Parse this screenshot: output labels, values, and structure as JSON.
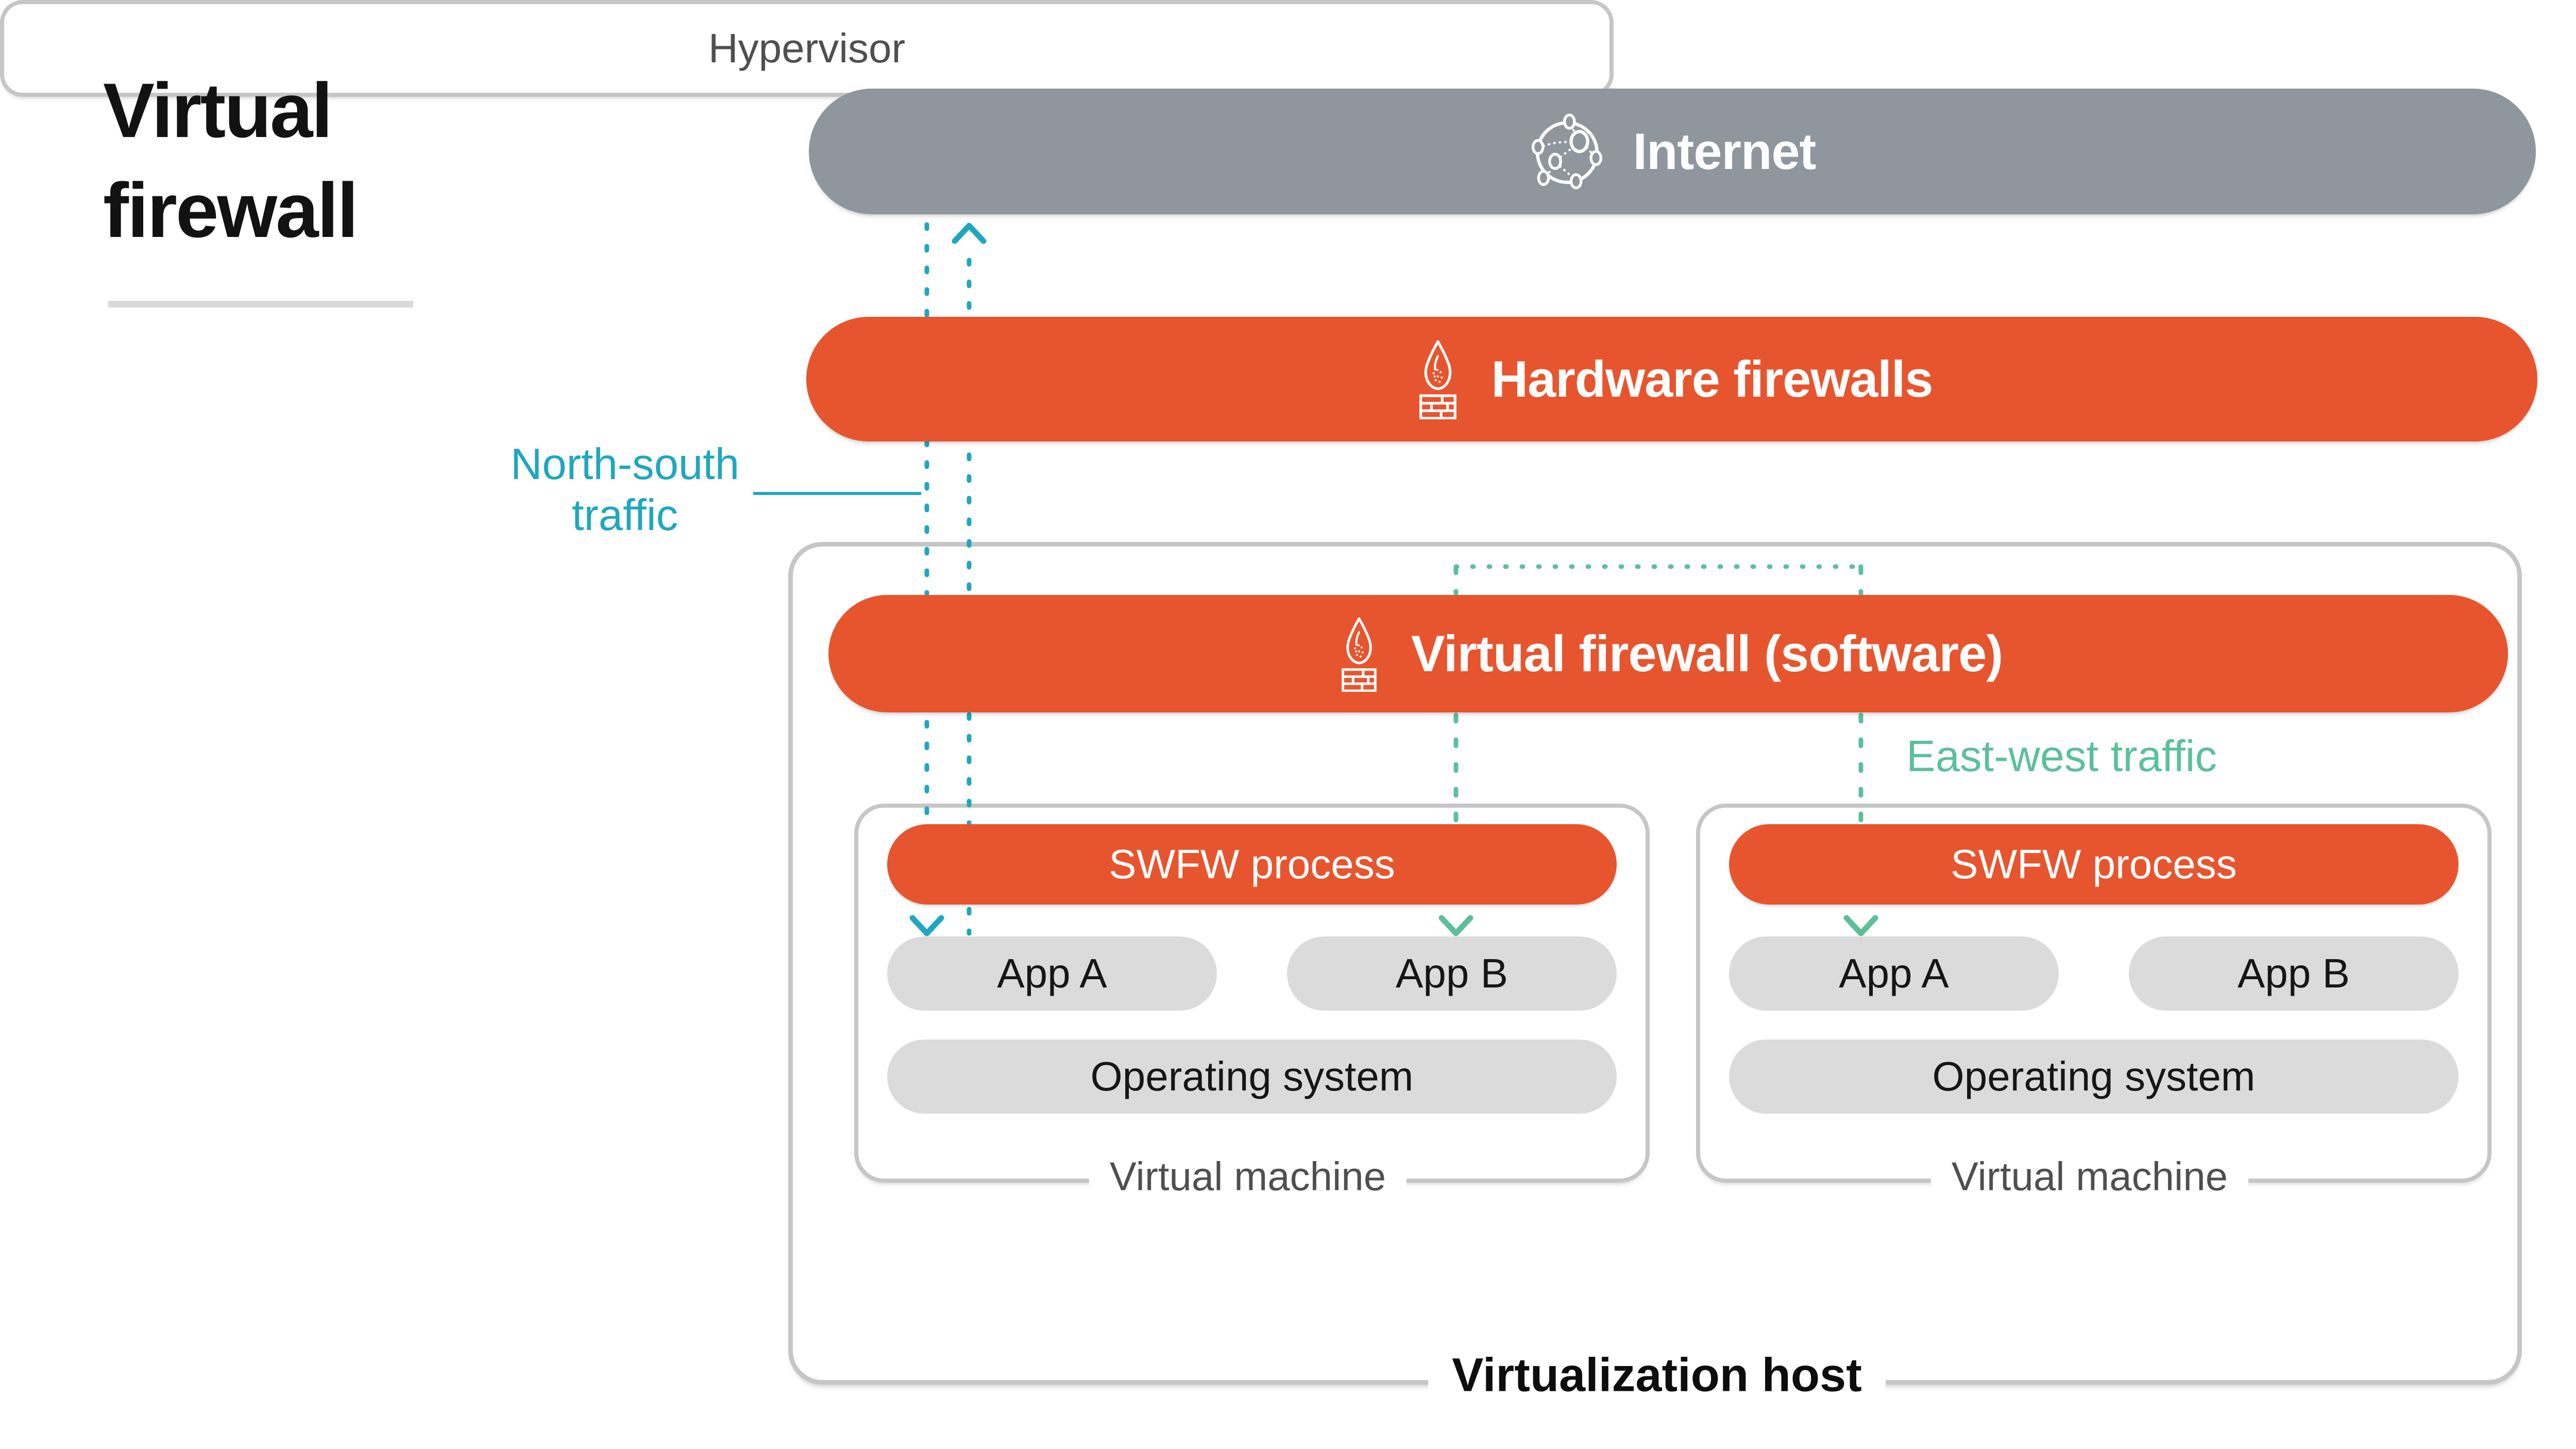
{
  "title": "Virtual firewall",
  "colors": {
    "orange": "#E7552E",
    "internet_gray": "#8F969D",
    "pill_gray": "#DBDBDB",
    "box_border_gray": "#C6C6C6",
    "teal": "#1FA7BE",
    "green": "#5BC09A",
    "caption_gray": "#4F4F4F",
    "divider_gray": "#D9D9D9",
    "text_black": "#121212"
  },
  "bars": {
    "internet": {
      "label": "Internet",
      "icon": "globe-network-icon"
    },
    "hardware_firewalls": {
      "label": "Hardware firewalls",
      "icon": "firewall-icon"
    },
    "virtual_firewall": {
      "label": "Virtual firewall (software)",
      "icon": "firewall-icon"
    }
  },
  "traffic": {
    "north_south": "North-south traffic",
    "east_west": "East-west traffic"
  },
  "vms": [
    {
      "swfw": "SWFW process",
      "app_a": "App A",
      "app_b": "App B",
      "os": "Operating system",
      "caption": "Virtual machine"
    },
    {
      "swfw": "SWFW process",
      "app_a": "App A",
      "app_b": "App B",
      "os": "Operating system",
      "caption": "Virtual machine"
    }
  ],
  "host": {
    "hypervisor": "Hypervisor",
    "caption": "Virtualization host"
  }
}
